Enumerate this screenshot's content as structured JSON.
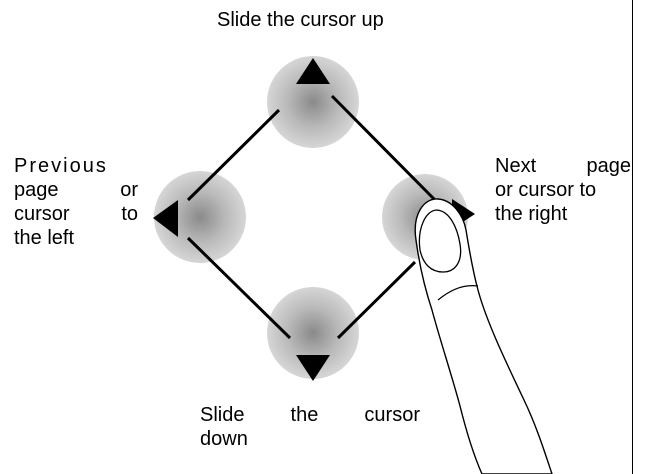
{
  "labels": {
    "up": "Slide the cursor up",
    "left": {
      "line1": [
        "Previous"
      ],
      "line2": [
        "page",
        "or"
      ],
      "line3": [
        "cursor",
        "to"
      ],
      "line4": [
        "the left"
      ]
    },
    "right": {
      "line1": [
        "Next",
        "page"
      ],
      "line2": "or cursor to",
      "line3": "the right"
    },
    "down": {
      "line1": [
        "Slide",
        "the",
        "cursor"
      ],
      "line2": "down"
    }
  },
  "colors": {
    "line": "#000000",
    "glow_center": "#8a8a8a",
    "glow_edge": "#d4d4d4",
    "arrow": "#000000"
  },
  "icons": [
    "up-arrow-icon",
    "down-arrow-icon",
    "left-arrow-icon",
    "right-arrow-icon",
    "finger-icon"
  ]
}
